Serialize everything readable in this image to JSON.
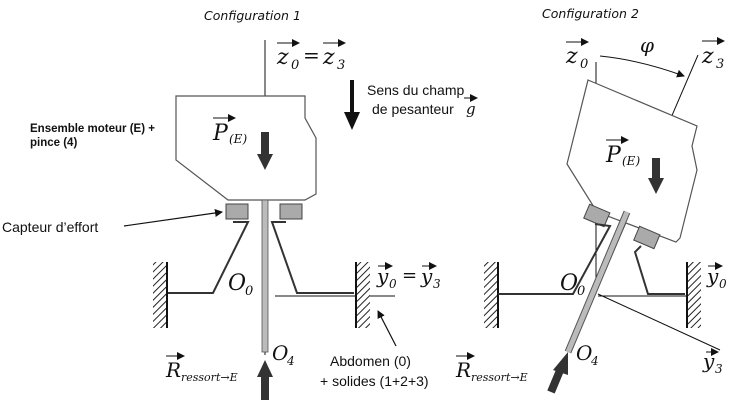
{
  "captions": {
    "config1": "Configuration 1",
    "config2": "Configuration 2"
  },
  "config1": {
    "z0": "z",
    "z0_sub": "0",
    "equals": "=",
    "z3": "z",
    "z3_sub": "3",
    "gravity_line1": "Sens du champ",
    "gravity_line2": "de pesanteur",
    "gravity_symbol": "g",
    "weight": "P",
    "weight_sub": "(E)",
    "origin": "O",
    "origin_sub": "0",
    "y0": "y",
    "y0_sub": "0",
    "y3": "y",
    "y3_sub": "3",
    "o4": "O",
    "o4_sub": "4",
    "reaction": "R",
    "reaction_sub": "ressort→E"
  },
  "config2": {
    "z0": "z",
    "z0_sub": "0",
    "phi": "φ",
    "z3": "z",
    "z3_sub": "3",
    "weight": "P",
    "weight_sub": "(E)",
    "origin": "O",
    "origin_sub": "0",
    "y0": "y",
    "y0_sub": "0",
    "y3": "y",
    "y3_sub": "3",
    "o4": "O",
    "o4_sub": "4",
    "reaction": "R",
    "reaction_sub": "ressort→E"
  },
  "labels": {
    "motor_line1": "Ensemble moteur (E) +",
    "motor_line2": "pince (4)",
    "sensor": "Capteur d’effort",
    "abdomen_line1": "Abdomen (0)",
    "abdomen_line2": "+ solides (1+2+3)"
  }
}
